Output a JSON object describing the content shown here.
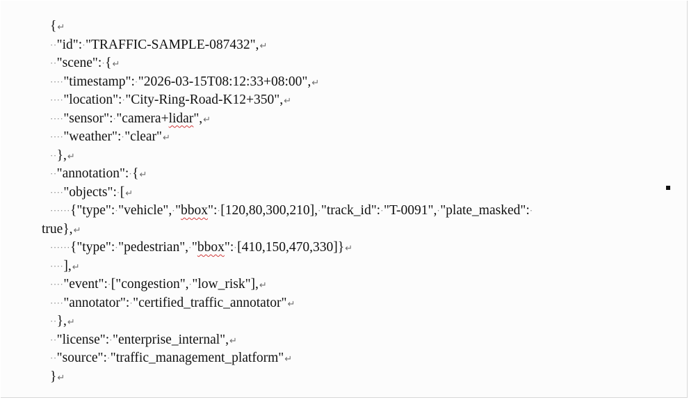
{
  "document": {
    "lines": [
      {
        "indent": "",
        "text": "{"
      },
      {
        "indent": "··",
        "text": "\"id\":·\"TRAFFIC-SAMPLE-087432\","
      },
      {
        "indent": "··",
        "text": "\"scene\":·{"
      },
      {
        "indent": "····",
        "text": "\"timestamp\":·\"2026-03-15T08:12:33+08:00\","
      },
      {
        "indent": "····",
        "text": "\"location\":·\"City-Ring-Road-K12+350\","
      },
      {
        "indent": "····",
        "text_before": "\"sensor\":·\"camera+",
        "squiggle": "lidar",
        "text_after": "\","
      },
      {
        "indent": "····",
        "text": "\"weather\":·\"clear\""
      },
      {
        "indent": "··",
        "text": "},"
      },
      {
        "indent": "··",
        "text": "\"annotation\":·{"
      },
      {
        "indent": "····",
        "text": "\"objects\":·["
      },
      {
        "indent": "······",
        "text_before": "{\"type\":·\"vehicle\",·\"",
        "squiggle": "bbox",
        "text_after": "\":·[120,80,300,210],·\"track_id\":·\"T-0091\",·\"plate_masked\":·"
      },
      {
        "indent": "",
        "text": "true},",
        "wrapped": true
      },
      {
        "indent": "······",
        "text_before": "{\"type\":·\"pedestrian\",·\"",
        "squiggle": "bbox",
        "text_after": "\":·[410,150,470,330]}"
      },
      {
        "indent": "····",
        "text": "],"
      },
      {
        "indent": "····",
        "text": "\"event\":·[\"congestion\",·\"low_risk\"],"
      },
      {
        "indent": "····",
        "text": "\"annotator\":·\"certified_traffic_annotator\""
      },
      {
        "indent": "··",
        "text": "},"
      },
      {
        "indent": "··",
        "text": "\"license\":·\"enterprise_internal\","
      },
      {
        "indent": "··",
        "text": "\"source\":·\"traffic_management_platform\""
      },
      {
        "indent": "",
        "text": "}"
      }
    ],
    "paragraph_mark": "↵"
  }
}
